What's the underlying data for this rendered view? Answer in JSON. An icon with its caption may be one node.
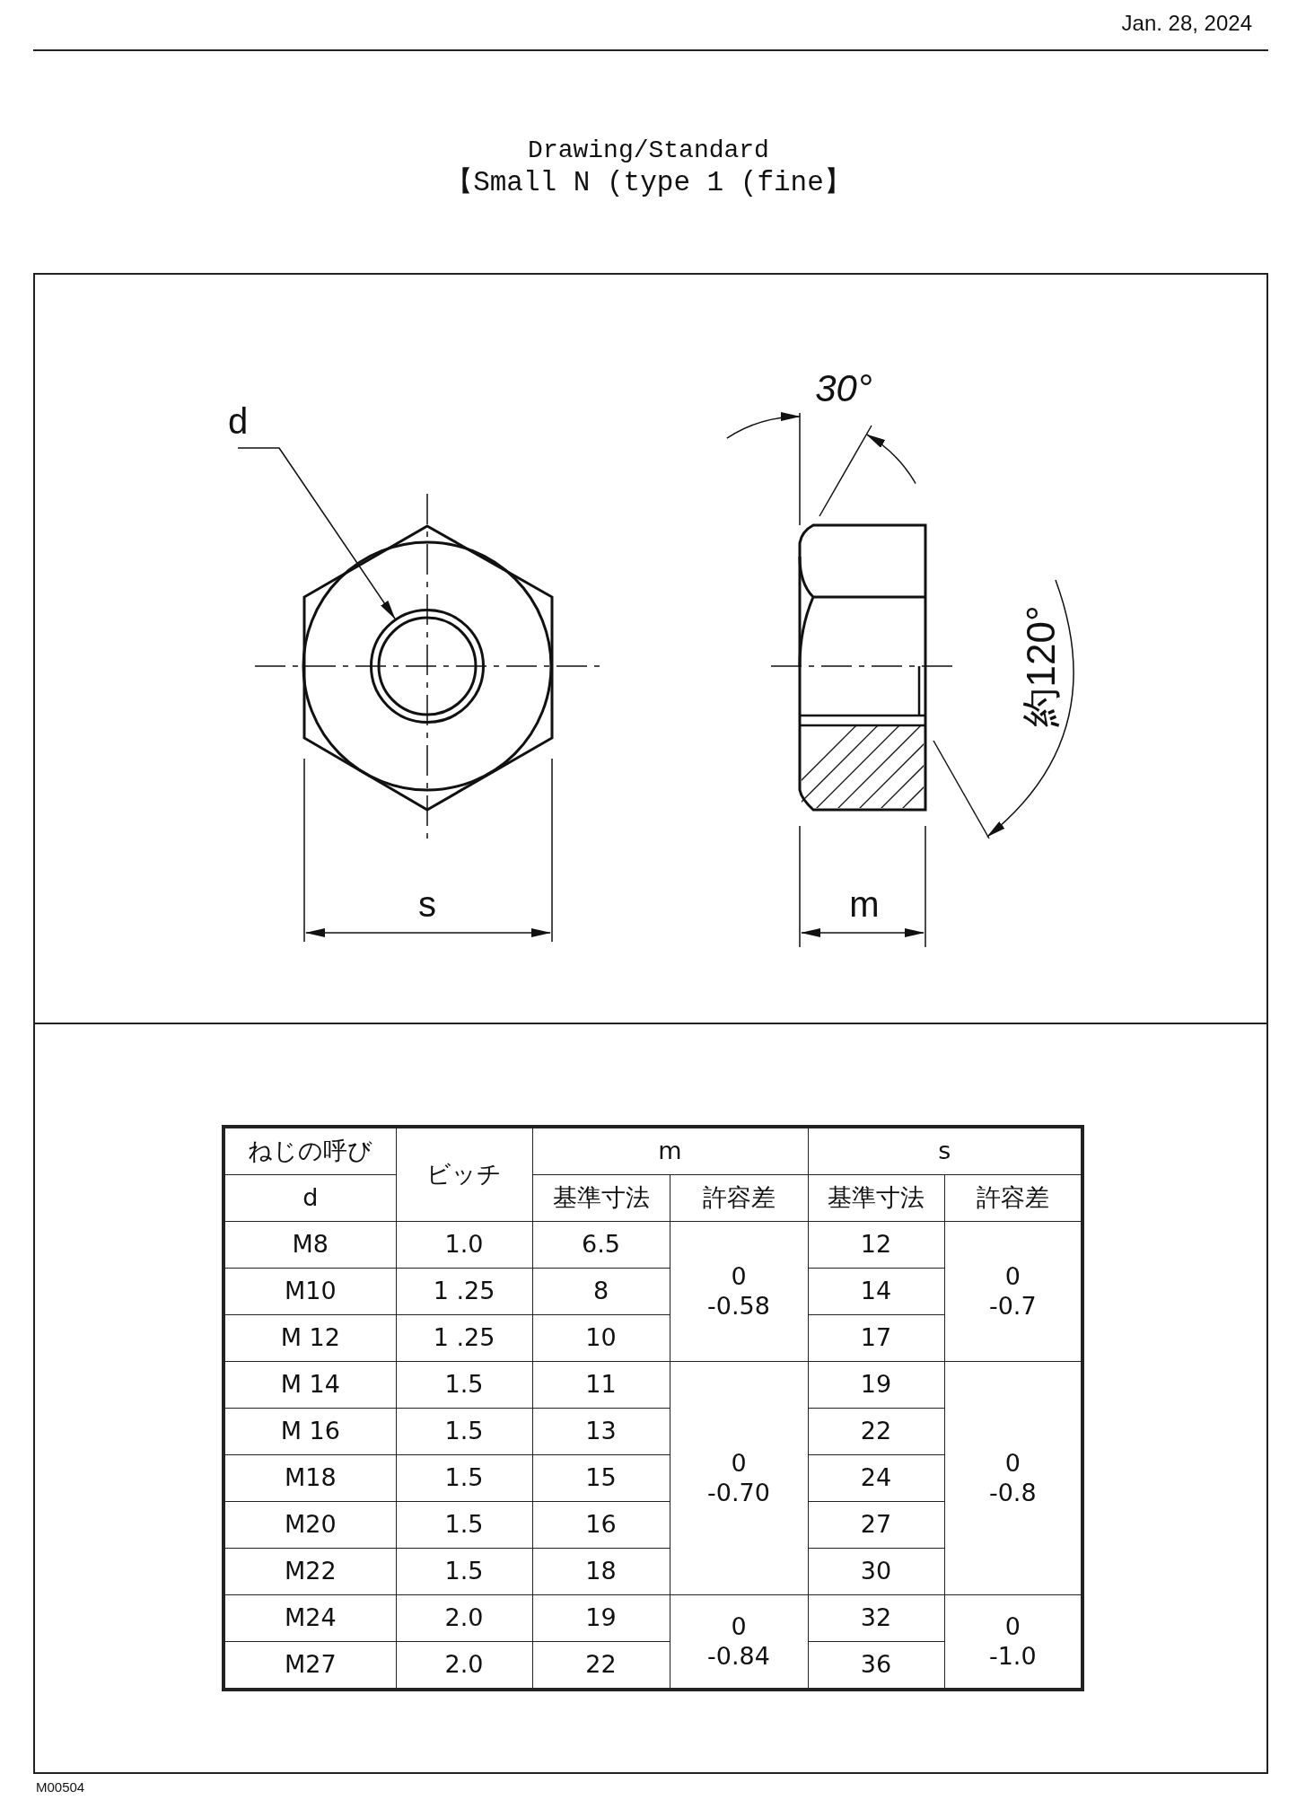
{
  "diagram": {
    "title": "Drawing/Standard",
    "nodes": [
      {
        "text": [
          "d"
        ]
      },
      {
        "text": [],
        "shape": "circle"
      }
    ],
    "edges": [
      {
        "from": 0,
        "to": 1,
        "arrow": "to"
      }
    ],
    "labels": [
      "Jan. 28, 2024",
      "【Small N (type 1 (fine】",
      "30°",
      "約120°",
      "s",
      "m",
      "ねじの呼び",
      "ビッチ",
      "m",
      "s",
      "d",
      "基準寸法",
      "許容差",
      "基準寸法",
      "許容差",
      "M8",
      "1.0",
      "6.5",
      "0",
      "-0.58",
      "12",
      "0",
      "-0.7",
      "M10",
      "1 .25",
      "8",
      "14",
      "M 12",
      "1 .25",
      "10",
      "17",
      "M 14",
      "1.5",
      "11",
      "0",
      "-0.70",
      "19",
      "0",
      "-0.8",
      "M 16",
      "1.5",
      "13",
      "22",
      "M18",
      "1.5",
      "15",
      "24",
      "M20",
      "1.5",
      "16",
      "27",
      "M22",
      "1.5",
      "18",
      "30",
      "M24",
      "2.0",
      "19",
      "0",
      "-0.84",
      "32",
      "0",
      "-1.0",
      "M27",
      "2.0",
      "22",
      "36",
      "M00504"
    ]
  }
}
